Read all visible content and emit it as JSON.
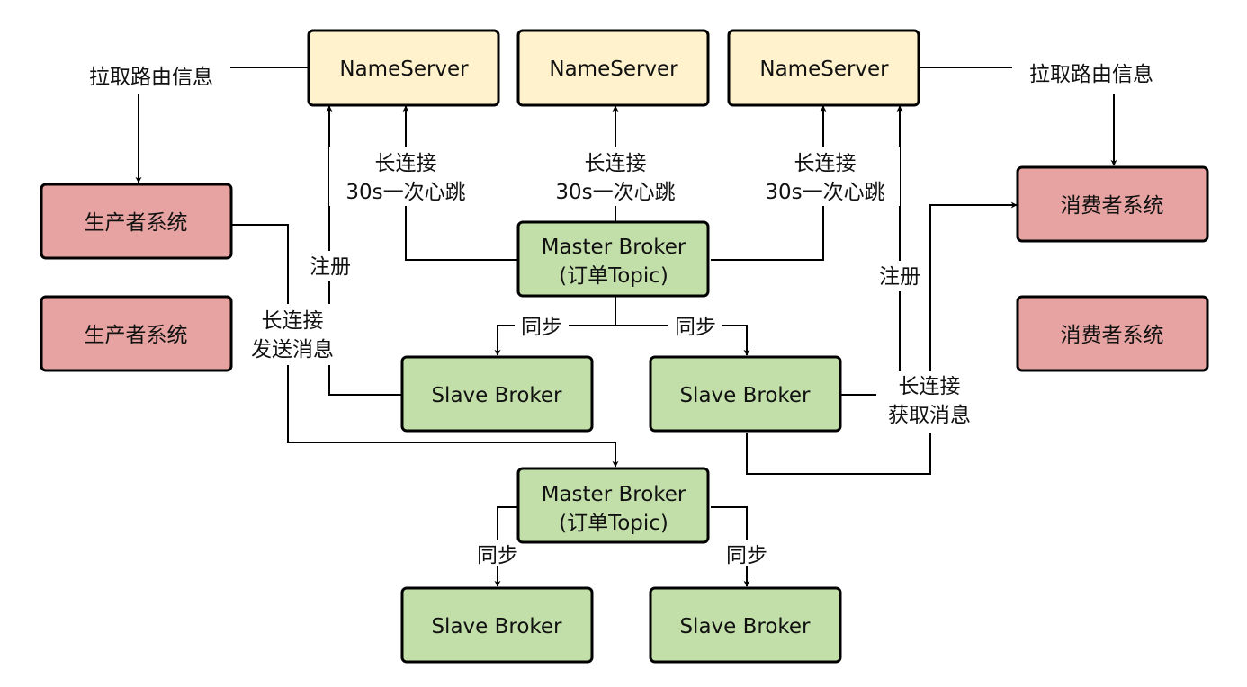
{
  "colors": {
    "nameserver_fill": "#fff2cc",
    "system_fill": "#e6a3a1",
    "broker_fill": "#c3dfa9",
    "stroke": "#000000"
  },
  "nameservers": [
    {
      "label": "NameServer"
    },
    {
      "label": "NameServer"
    },
    {
      "label": "NameServer"
    }
  ],
  "producers": [
    {
      "label": "生产者系统"
    },
    {
      "label": "生产者系统"
    }
  ],
  "consumers": [
    {
      "label": "消费者系统"
    },
    {
      "label": "消费者系统"
    }
  ],
  "masters": [
    {
      "line1": "Master Broker",
      "line2": "(订单Topic)"
    },
    {
      "line1": "Master Broker",
      "line2": "(订单Topic)"
    }
  ],
  "slaves": [
    {
      "label": "Slave Broker"
    },
    {
      "label": "Slave Broker"
    },
    {
      "label": "Slave Broker"
    },
    {
      "label": "Slave Broker"
    }
  ],
  "labels": {
    "pull_route": "拉取路由信息",
    "long_conn": "长连接",
    "heartbeat": "30s一次心跳",
    "register": "注册",
    "send_msg": "发送消息",
    "fetch_msg": "获取消息",
    "sync": "同步"
  }
}
